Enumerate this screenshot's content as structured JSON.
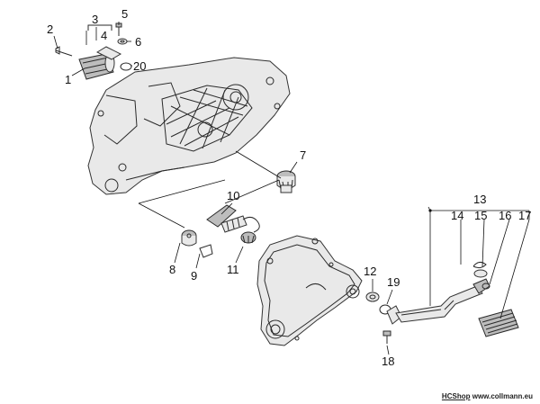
{
  "callouts": {
    "c1": "1",
    "c2": "2",
    "c3": "3",
    "c4": "4",
    "c5": "5",
    "c6": "6",
    "c7": "7",
    "c8": "8",
    "c9": "9",
    "c10": "10",
    "c11": "11",
    "c12": "12",
    "c13": "13",
    "c14": "14",
    "c15": "15",
    "c16": "16",
    "c17": "17",
    "c18": "18",
    "c19": "19",
    "c20": "20"
  },
  "footer": {
    "shop": "HCShop",
    "url": "www.collmann.eu"
  },
  "colors": {
    "line": "#2a2a2a",
    "part_fill": "#e9e9e9",
    "background": "#ffffff"
  }
}
